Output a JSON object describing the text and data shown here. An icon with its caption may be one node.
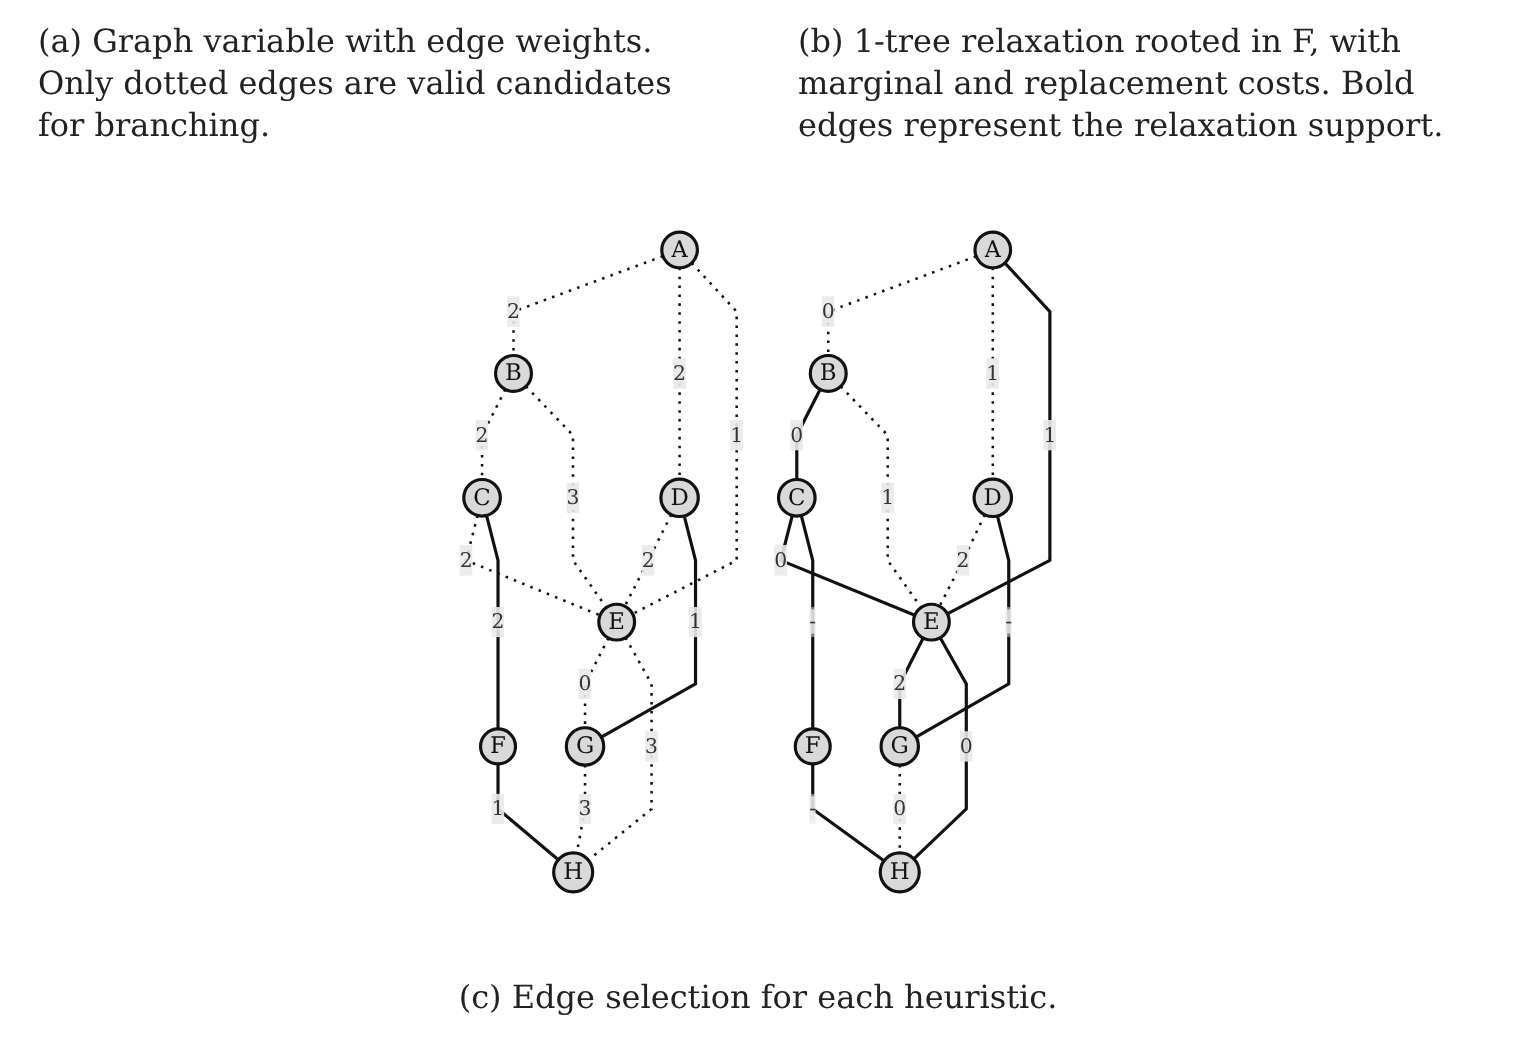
{
  "diagram": {
    "caption": "(c) Edge selection for each heuristic.",
    "nodes": [
      {
        "text": [
          "A"
        ]
      },
      {
        "text": [
          "B"
        ]
      },
      {
        "text": [
          "C"
        ]
      },
      {
        "text": [
          "D"
        ]
      },
      {
        "text": [
          "E"
        ]
      },
      {
        "text": [
          "F"
        ]
      },
      {
        "text": [
          "G"
        ]
      },
      {
        "text": [
          "H"
        ]
      },
      {
        "text": [
          "A"
        ]
      },
      {
        "text": [
          "B"
        ]
      },
      {
        "text": [
          "C"
        ]
      },
      {
        "text": [
          "D"
        ]
      },
      {
        "text": [
          "E"
        ]
      },
      {
        "text": [
          "F"
        ]
      },
      {
        "text": [
          "G"
        ]
      },
      {
        "text": [
          "H"
        ]
      }
    ],
    "edges": [
      {
        "from": 0,
        "to": 1,
        "arrow": "none",
        "label": "2",
        "style": "dashed"
      },
      {
        "from": 1,
        "to": 2,
        "arrow": "none",
        "label": "2",
        "style": "dashed"
      },
      {
        "from": 0,
        "to": 3,
        "arrow": "none",
        "label": "2",
        "style": "dashed"
      },
      {
        "from": 0,
        "to": 4,
        "arrow": "none",
        "label": "1",
        "style": "dashed"
      },
      {
        "from": 1,
        "to": 4,
        "arrow": "none",
        "label": "3",
        "style": "dashed"
      },
      {
        "from": 2,
        "to": 4,
        "arrow": "none",
        "label": "2",
        "style": "dashed"
      },
      {
        "from": 2,
        "to": 5,
        "arrow": "none",
        "label": "2"
      },
      {
        "from": 3,
        "to": 4,
        "arrow": "none",
        "label": "2",
        "style": "dashed"
      },
      {
        "from": 3,
        "to": 6,
        "arrow": "none",
        "label": "1"
      },
      {
        "from": 4,
        "to": 6,
        "arrow": "none",
        "label": "0",
        "style": "dashed"
      },
      {
        "from": 4,
        "to": 7,
        "arrow": "none",
        "label": "3",
        "style": "dashed"
      },
      {
        "from": 5,
        "to": 7,
        "arrow": "none",
        "label": "1"
      },
      {
        "from": 6,
        "to": 7,
        "arrow": "none",
        "label": "3",
        "style": "dashed"
      },
      {
        "from": 8,
        "to": 9,
        "arrow": "none",
        "label": "0",
        "style": "dashed"
      },
      {
        "from": 9,
        "to": 10,
        "arrow": "none",
        "label": "0"
      },
      {
        "from": 8,
        "to": 11,
        "arrow": "none",
        "label": "1",
        "style": "dashed"
      },
      {
        "from": 8,
        "to": 12,
        "arrow": "none",
        "label": "1"
      },
      {
        "from": 9,
        "to": 12,
        "arrow": "none",
        "label": "1",
        "style": "dashed"
      },
      {
        "from": 10,
        "to": 12,
        "arrow": "none",
        "label": "0"
      },
      {
        "from": 10,
        "to": 13,
        "arrow": "none",
        "label": "-"
      },
      {
        "from": 11,
        "to": 12,
        "arrow": "none",
        "label": "2",
        "style": "dashed"
      },
      {
        "from": 11,
        "to": 14,
        "arrow": "none",
        "label": "-"
      },
      {
        "from": 12,
        "to": 14,
        "arrow": "none",
        "label": "2"
      },
      {
        "from": 12,
        "to": 15,
        "arrow": "none",
        "label": "0"
      },
      {
        "from": 13,
        "to": 15,
        "arrow": "none",
        "label": "-"
      },
      {
        "from": 14,
        "to": 15,
        "arrow": "none",
        "label": "0",
        "style": "dashed"
      }
    ],
    "labels": [
      "(a) Graph variable with edge weights. Only dotted edges are valid candidates for branching.",
      "(b) 1-tree relaxation rooted in F, with marginal and replacement costs. Bold edges represent the relaxation support."
    ]
  }
}
